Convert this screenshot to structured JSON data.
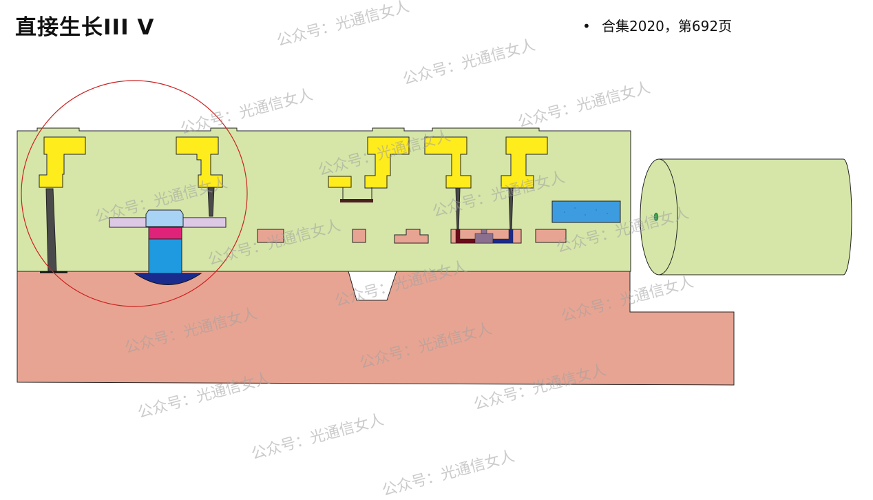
{
  "title": "直接生长III V",
  "note": "合集2020，第692页",
  "watermark": "公众号：光通信女人",
  "colors": {
    "oxide": "#d5e6a8",
    "substrate": "#e8a492",
    "metal": "#ffec1c",
    "circle": "#cc2222",
    "cladding": "#ddc9e6",
    "blue_pad": "#3d9be0"
  }
}
